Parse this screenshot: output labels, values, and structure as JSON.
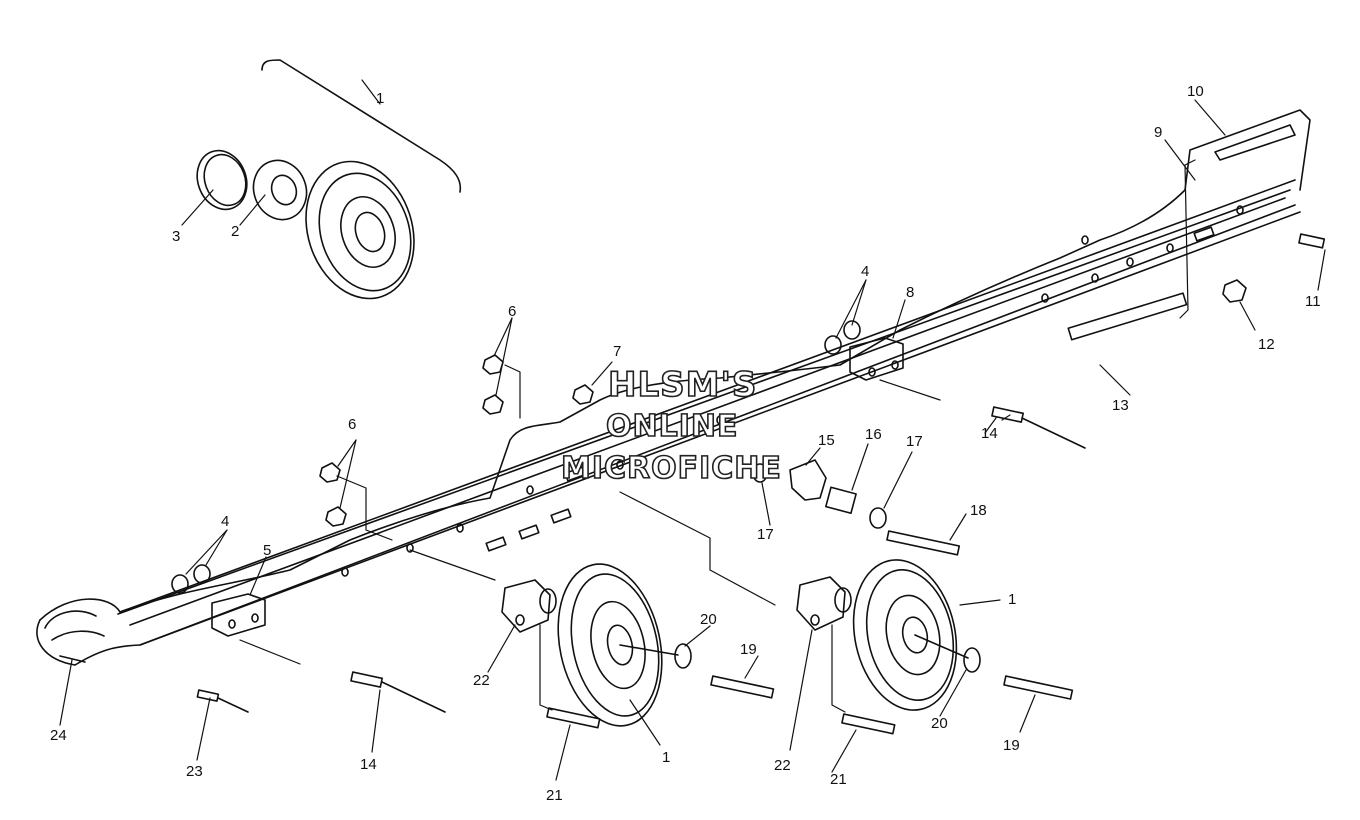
{
  "watermark": {
    "line1": "HLSM'S",
    "line2": "ONLINE",
    "line3": "MICROFICHE"
  },
  "callouts": [
    "1",
    "2",
    "3",
    "10",
    "9",
    "11",
    "12",
    "13",
    "4",
    "8",
    "6",
    "7",
    "14",
    "15",
    "16",
    "17",
    "17",
    "18",
    "6",
    "4",
    "5",
    "1",
    "20",
    "19",
    "22",
    "1",
    "21",
    "22",
    "21",
    "20",
    "19",
    "24",
    "23",
    "14"
  ]
}
